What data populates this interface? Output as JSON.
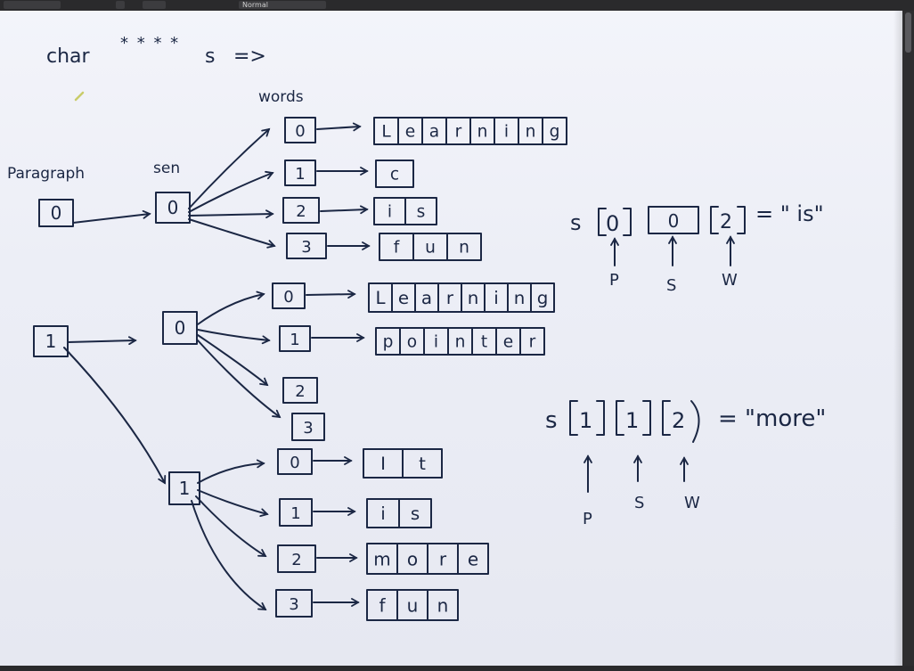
{
  "toolbar": {
    "style_label": "Normal"
  },
  "diagram": {
    "declaration": {
      "type": "char",
      "stars": "* * * *",
      "var": "s",
      "arrow": "=>"
    },
    "column_labels": {
      "paragraph": "Paragraph",
      "sentence": "sen",
      "word": "words"
    },
    "paragraphs": [
      {
        "index": "0",
        "sentences": [
          {
            "index": "0",
            "words": [
              {
                "index": "0",
                "letters": [
                  "L",
                  "e",
                  "a",
                  "r",
                  "n",
                  "i",
                  "n",
                  "g"
                ]
              },
              {
                "index": "1",
                "letters": [
                  "c"
                ]
              },
              {
                "index": "2",
                "letters": [
                  "i",
                  "s"
                ]
              },
              {
                "index": "3",
                "letters": [
                  "f",
                  "u",
                  "n"
                ]
              }
            ]
          }
        ]
      },
      {
        "index": "1",
        "sentences": [
          {
            "index": "0",
            "words": [
              {
                "index": "0",
                "letters": [
                  "L",
                  "e",
                  "a",
                  "r",
                  "n",
                  "i",
                  "n",
                  "g"
                ]
              },
              {
                "index": "1",
                "letters": [
                  "p",
                  "o",
                  "i",
                  "n",
                  "t",
                  "e",
                  "r"
                ]
              },
              {
                "index": "2",
                "letters": []
              },
              {
                "index": "3",
                "letters": []
              }
            ]
          },
          {
            "index": "1",
            "words": [
              {
                "index": "0",
                "letters": [
                  "I",
                  "t"
                ]
              },
              {
                "index": "1",
                "letters": [
                  "i",
                  "s"
                ]
              },
              {
                "index": "2",
                "letters": [
                  "m",
                  "o",
                  "r",
                  "e"
                ]
              },
              {
                "index": "3",
                "letters": [
                  "f",
                  "u",
                  "n"
                ]
              }
            ]
          }
        ]
      }
    ],
    "examples": [
      {
        "expr_prefix": "s",
        "i1": "0",
        "i2": "0",
        "i3": "2",
        "result": "= \" is\"",
        "labels": [
          "P",
          "S",
          "W"
        ]
      },
      {
        "expr_prefix": "s",
        "i1": "1",
        "i2": "1",
        "i3": "2",
        "result": "= \"more\"",
        "labels": [
          "P",
          "S",
          "W"
        ]
      }
    ]
  }
}
